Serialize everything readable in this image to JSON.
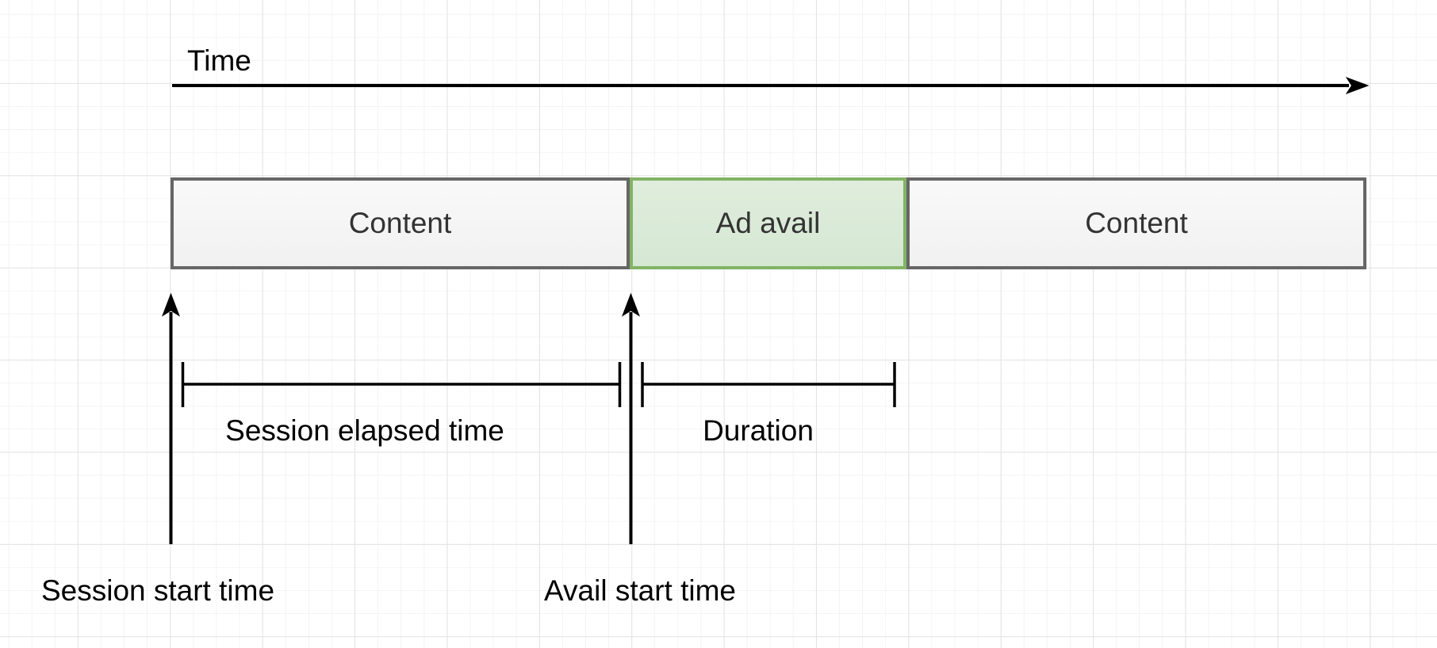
{
  "diagram": {
    "title": "Time",
    "boxes": [
      {
        "label": "Content",
        "kind": "content"
      },
      {
        "label": "Ad avail",
        "kind": "ad-avail"
      },
      {
        "label": "Content",
        "kind": "content"
      }
    ],
    "measurements": [
      {
        "label": "Session elapsed time"
      },
      {
        "label": "Duration"
      }
    ],
    "markers": [
      {
        "label": "Session start time"
      },
      {
        "label": "Avail start time"
      }
    ],
    "colors": {
      "green_fill": "#d5e8d4",
      "green_stroke": "#82b366",
      "gray_fill": "#f5f5f5",
      "gray_stroke": "#666666",
      "line": "#000000",
      "grid_minor": "#f4f4f4",
      "grid_major": "#e3e3e3"
    }
  }
}
